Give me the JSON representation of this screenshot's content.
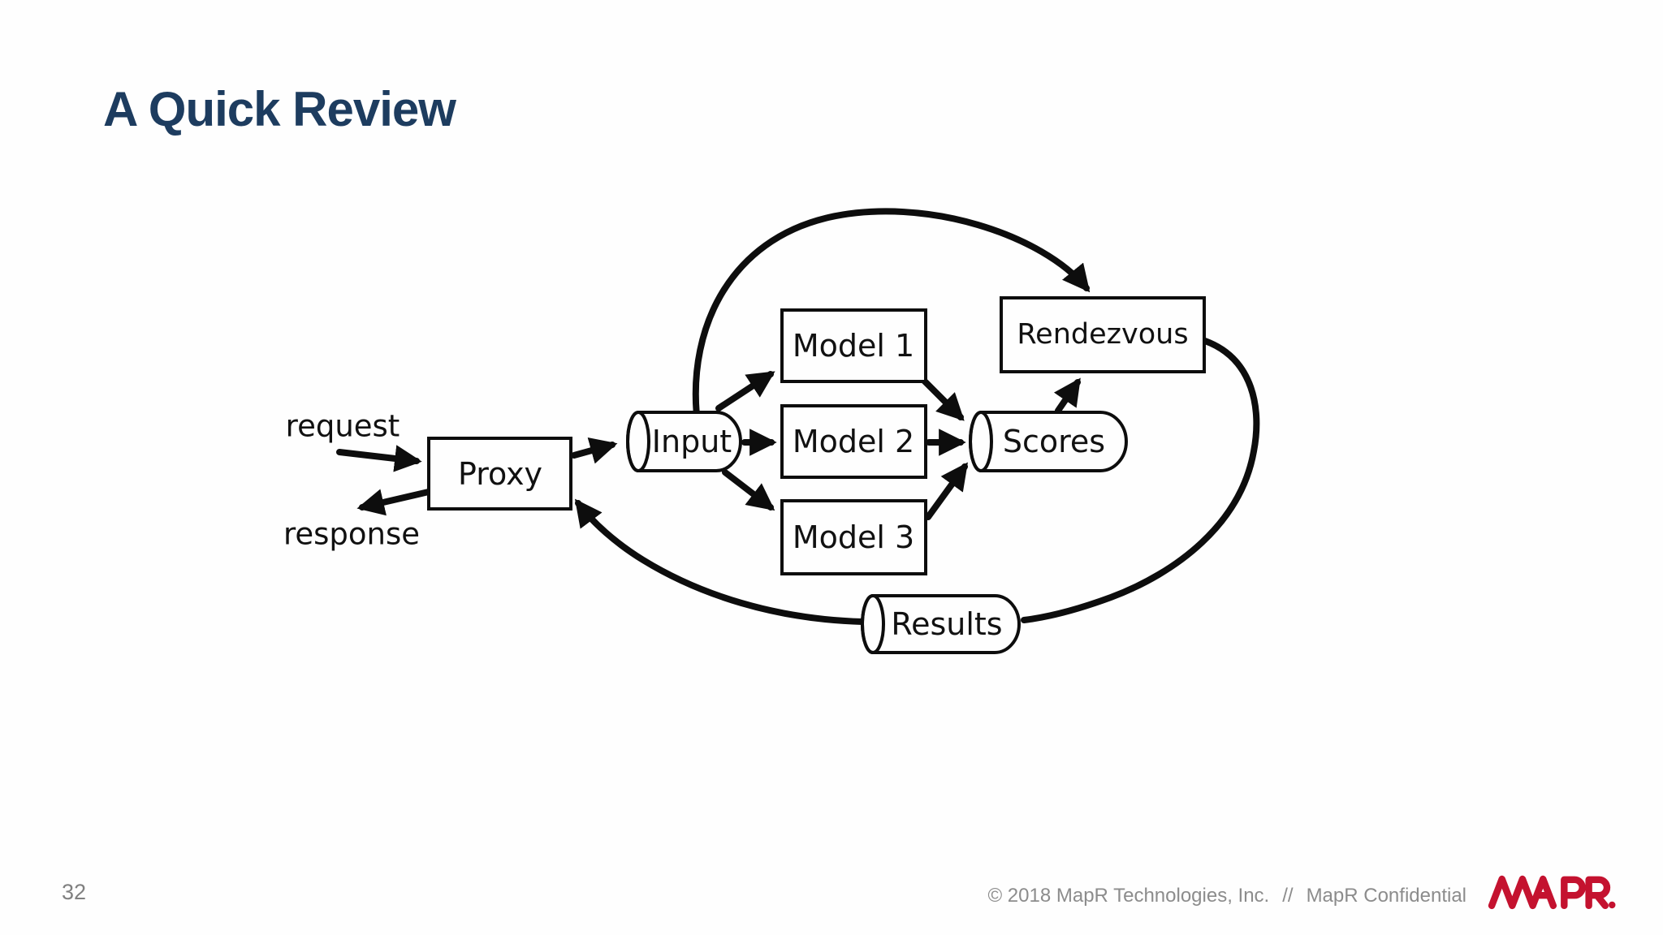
{
  "slide": {
    "title": "A Quick Review",
    "page_number": "32"
  },
  "footer": {
    "copyright": "© 2018 MapR Technologies, Inc.",
    "separator": "//",
    "confidential": "MapR Confidential",
    "logo_text": "MAPR."
  },
  "diagram": {
    "request_label": "request",
    "response_label": "response",
    "nodes": {
      "proxy": {
        "label": "Proxy",
        "shape": "rectangle"
      },
      "input": {
        "label": "Input",
        "shape": "cylinder"
      },
      "model1": {
        "label": "Model 1",
        "shape": "rectangle"
      },
      "model2": {
        "label": "Model 2",
        "shape": "rectangle"
      },
      "model3": {
        "label": "Model 3",
        "shape": "rectangle"
      },
      "rendezvous": {
        "label": "Rendezvous",
        "shape": "rectangle"
      },
      "scores": {
        "label": "Scores",
        "shape": "cylinder"
      },
      "results": {
        "label": "Results",
        "shape": "cylinder"
      }
    },
    "edges": [
      {
        "from": "request",
        "to": "proxy"
      },
      {
        "from": "proxy",
        "to": "response"
      },
      {
        "from": "proxy",
        "to": "input"
      },
      {
        "from": "input",
        "to": "model1"
      },
      {
        "from": "input",
        "to": "model2"
      },
      {
        "from": "input",
        "to": "model3"
      },
      {
        "from": "model1",
        "to": "scores"
      },
      {
        "from": "model2",
        "to": "scores"
      },
      {
        "from": "model3",
        "to": "scores"
      },
      {
        "from": "scores",
        "to": "rendezvous"
      },
      {
        "from": "input",
        "to": "rendezvous",
        "style": "curved-over-top"
      },
      {
        "from": "rendezvous",
        "to": "results",
        "style": "curved-right-side"
      },
      {
        "from": "results",
        "to": "proxy",
        "style": "curved-bottom"
      }
    ]
  },
  "colors": {
    "background": "#fefefe",
    "title": "#1d3c5f",
    "diagram_stroke": "#0d0d0d",
    "footer_text": "#8c8c8c",
    "page_number": "#808080",
    "logo": "#c4122f"
  }
}
